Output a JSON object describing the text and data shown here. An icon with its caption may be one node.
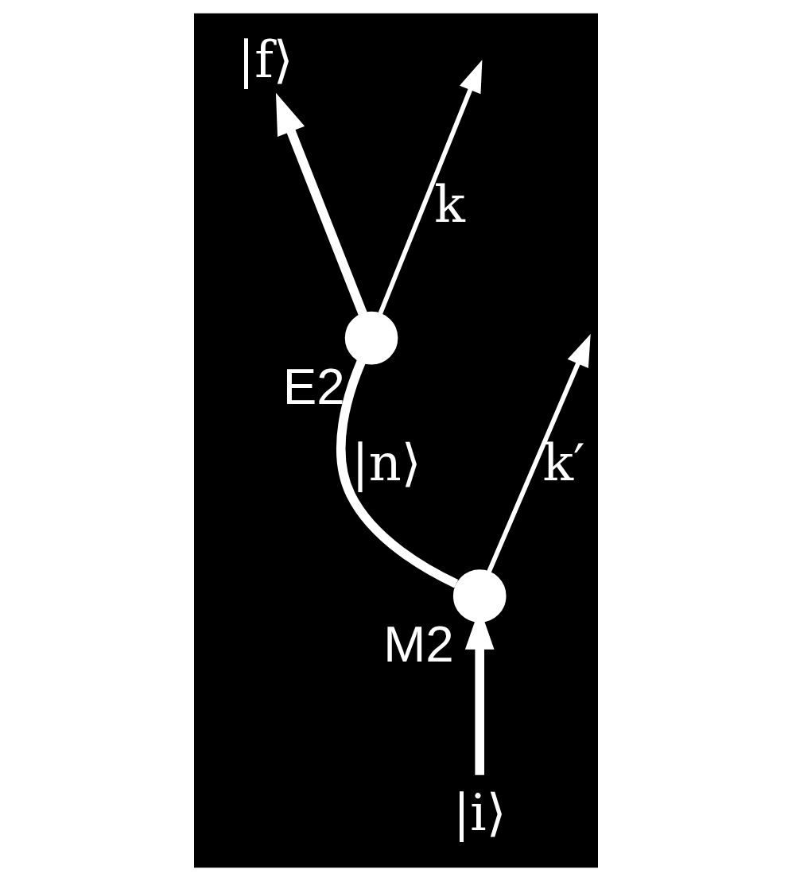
{
  "diagram": {
    "nodes": [
      {
        "text": [
          "|f⟩"
        ]
      },
      {
        "text": [],
        "shape": "circle",
        "beside": [
          "E2"
        ]
      },
      {
        "text": [],
        "shape": "circle",
        "beside": [
          "M2"
        ]
      },
      {
        "text": [
          "|i⟩"
        ]
      }
    ],
    "edges": [
      {
        "from": 3,
        "to": 2,
        "arrow": "to"
      },
      {
        "from": 2,
        "to": 1,
        "arrow": "none",
        "label": "|n⟩"
      },
      {
        "from": 1,
        "to": 0,
        "arrow": "to"
      },
      {
        "from": 1,
        "to": null,
        "arrow": "to",
        "label": "k"
      },
      {
        "from": 2,
        "to": null,
        "arrow": "to",
        "label": "k′"
      }
    ]
  }
}
